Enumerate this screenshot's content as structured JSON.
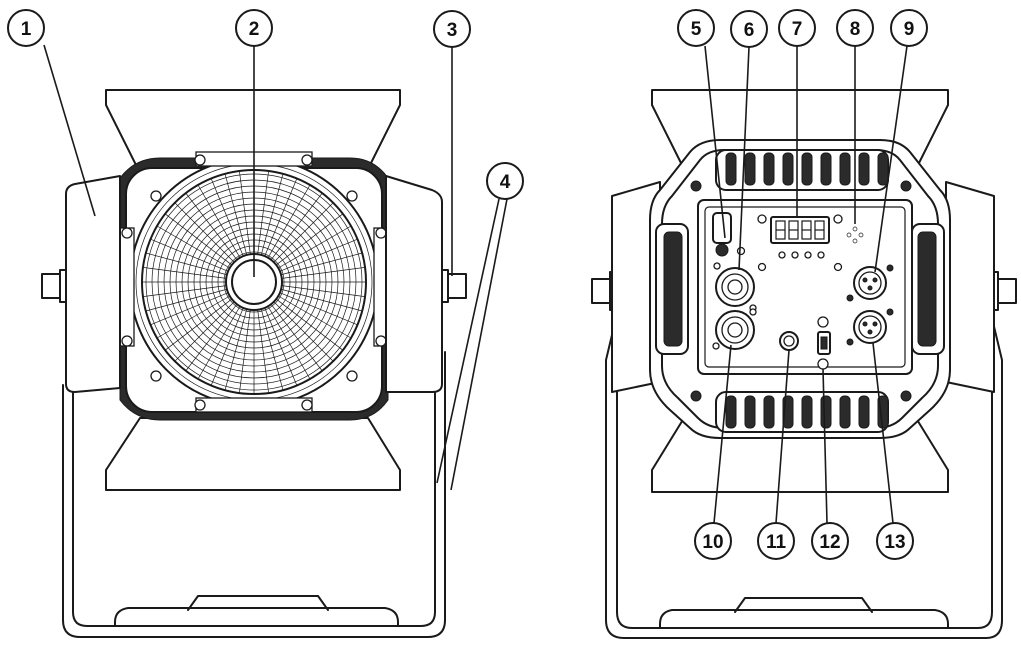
{
  "callouts": [
    {
      "id": "1",
      "label": "1"
    },
    {
      "id": "2",
      "label": "2"
    },
    {
      "id": "3",
      "label": "3"
    },
    {
      "id": "4",
      "label": "4"
    },
    {
      "id": "5",
      "label": "5"
    },
    {
      "id": "6",
      "label": "6"
    },
    {
      "id": "7",
      "label": "7"
    },
    {
      "id": "8",
      "label": "8"
    },
    {
      "id": "9",
      "label": "9"
    },
    {
      "id": "10",
      "label": "10"
    },
    {
      "id": "11",
      "label": "11"
    },
    {
      "id": "12",
      "label": "12"
    },
    {
      "id": "13",
      "label": "13"
    }
  ],
  "colors": {
    "line": "#1a1a1a",
    "background": "#ffffff",
    "dark_fill": "#2b2b2b"
  }
}
